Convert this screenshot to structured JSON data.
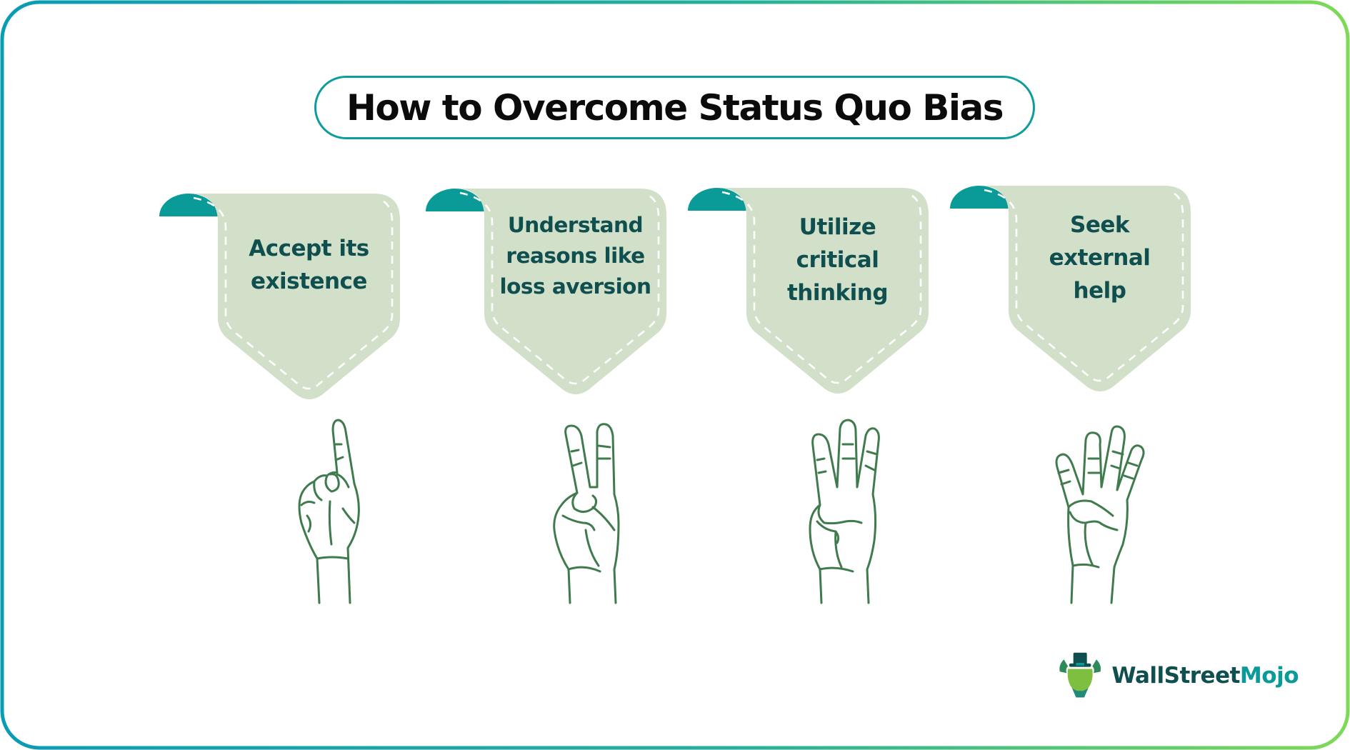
{
  "title": "How to Overcome Status Quo Bias",
  "colors": {
    "frame_gradient_start": "#0a9bb5",
    "frame_gradient_end": "#7ed957",
    "title_border": "#0e9c9c",
    "card_fill": "#d3e0c9",
    "card_tab": "#0a9b98",
    "card_text": "#0f4f4f",
    "hand_stroke": "#3f7b4d",
    "logo_dark": "#0f4f4f",
    "logo_accent": "#0a9b98"
  },
  "steps": [
    {
      "number": 1,
      "lines": [
        "Accept its",
        "existence"
      ],
      "hand": "one-finger-hand-icon"
    },
    {
      "number": 2,
      "lines": [
        "Understand",
        "reasons like",
        "loss aversion"
      ],
      "hand": "two-finger-hand-icon"
    },
    {
      "number": 3,
      "lines": [
        "Utilize",
        "critical",
        "thinking"
      ],
      "hand": "three-finger-hand-icon"
    },
    {
      "number": 4,
      "lines": [
        "Seek",
        "external",
        "help"
      ],
      "hand": "four-finger-hand-icon"
    }
  ],
  "logo": {
    "text_dark": "WallStreet",
    "text_accent": "Mojo",
    "icon": "bull-with-top-hat-icon"
  }
}
